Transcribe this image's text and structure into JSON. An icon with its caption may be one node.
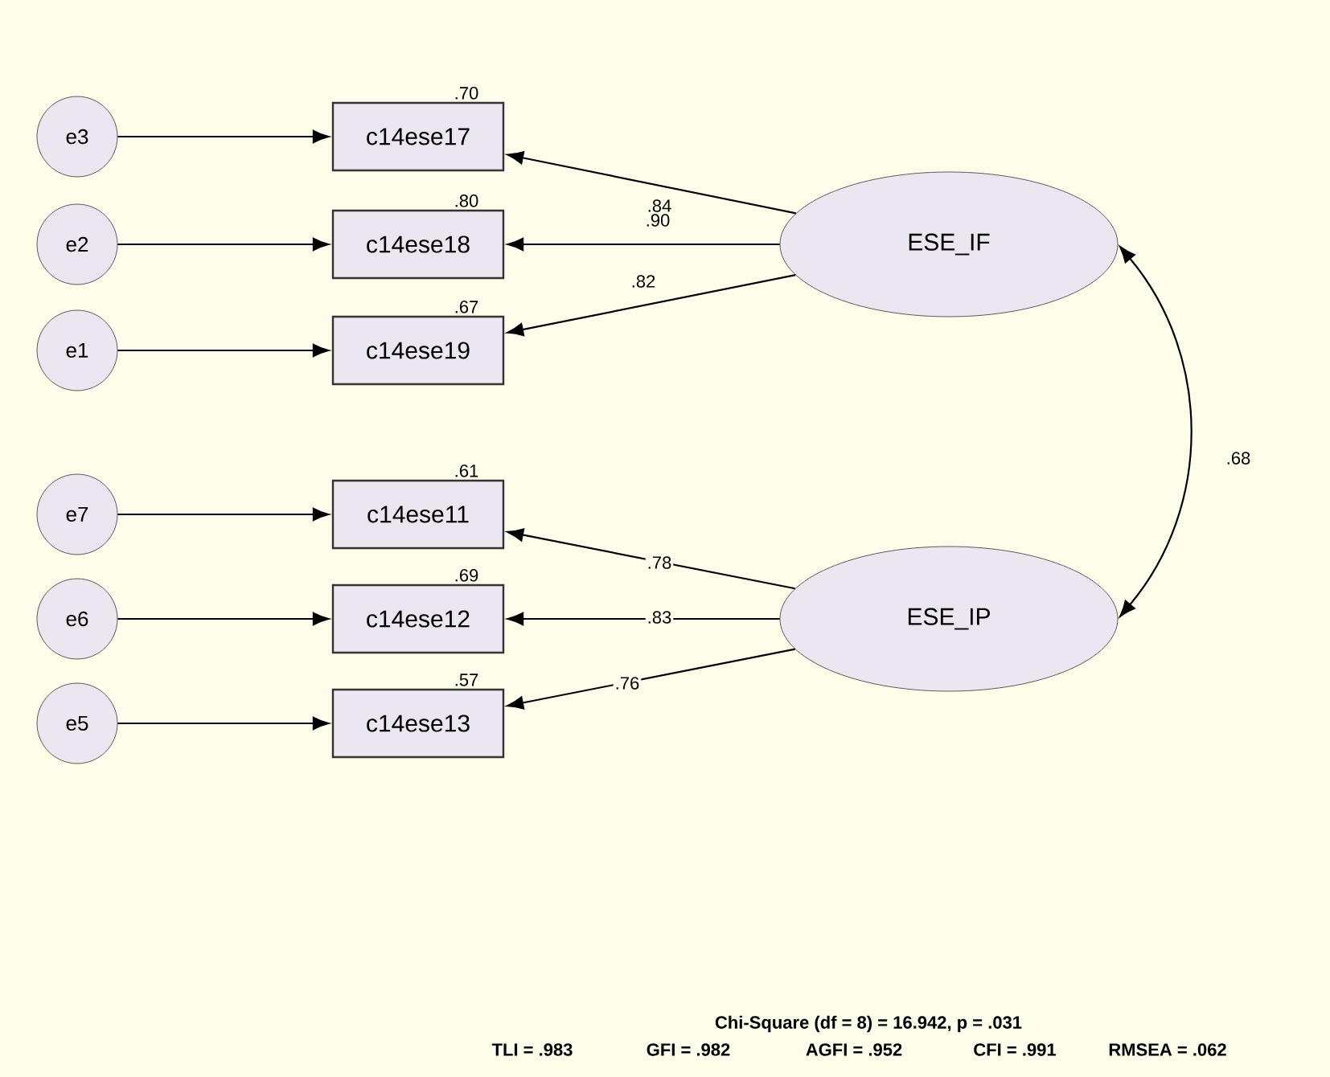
{
  "diagram": {
    "nodes": [
      {
        "text": [
          "e3"
        ]
      },
      {
        "text": [
          "c14ese17"
        ],
        "beside": [
          ".70"
        ]
      },
      {
        "text": [
          "e2"
        ]
      },
      {
        "text": [
          "c14ese18"
        ],
        "beside": [
          ".80"
        ]
      },
      {
        "text": [
          "ESE_IF"
        ]
      },
      {
        "text": [
          "e1"
        ]
      },
      {
        "text": [
          "c14ese19"
        ],
        "beside": [
          ".67"
        ]
      },
      {
        "text": [
          "e7"
        ]
      },
      {
        "text": [
          "c14ese11"
        ],
        "beside": [
          ".61"
        ]
      },
      {
        "text": [
          "e6"
        ]
      },
      {
        "text": [
          "c14ese12"
        ],
        "beside": [
          ".69"
        ]
      },
      {
        "text": [
          "ESE_IP"
        ]
      },
      {
        "text": [
          "e5"
        ]
      },
      {
        "text": [
          "c14ese13"
        ],
        "beside": [
          ".57"
        ]
      }
    ],
    "edges": [
      {
        "from": 0,
        "to": 1,
        "arrow": "to"
      },
      {
        "from": 2,
        "to": 3,
        "arrow": "to"
      },
      {
        "from": 5,
        "to": 6,
        "arrow": "to"
      },
      {
        "from": 7,
        "to": 8,
        "arrow": "to"
      },
      {
        "from": 9,
        "to": 10,
        "arrow": "to"
      },
      {
        "from": 12,
        "to": 13,
        "arrow": "to"
      },
      {
        "from": 4,
        "to": 1,
        "arrow": "to",
        "label": ".84"
      },
      {
        "from": 4,
        "to": 3,
        "arrow": "to",
        "label": ".90"
      },
      {
        "from": 4,
        "to": 6,
        "arrow": "to",
        "label": ".82"
      },
      {
        "from": 11,
        "to": 8,
        "arrow": "to",
        "label": ".78"
      },
      {
        "from": 11,
        "to": 10,
        "arrow": "to",
        "label": ".83"
      },
      {
        "from": 11,
        "to": 13,
        "arrow": "to",
        "label": ".76"
      },
      {
        "from": 4,
        "to": 11,
        "arrow": "both",
        "label": ".68"
      }
    ],
    "labels": [
      "Chi-Square (df = 8) = 16.942, p = .031",
      "TLI = .983",
      "GFI = .982",
      "AGFI = .952",
      "CFI = .991",
      "RMSEA = .062"
    ]
  }
}
